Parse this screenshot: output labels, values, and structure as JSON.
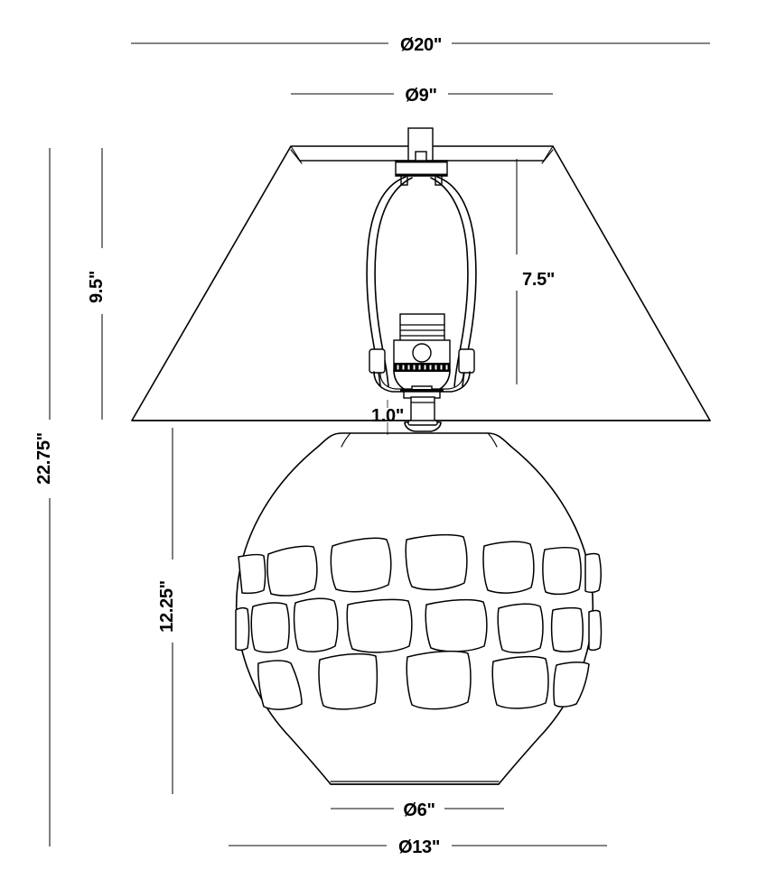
{
  "drawing": {
    "title": "Table Lamp Dimension Drawing",
    "units": "inches",
    "line_color": "#000000",
    "dim_color": "#3a3a3a",
    "background": "#ffffff"
  },
  "dimensions": {
    "shade_bottom_diameter": {
      "label": "Ø20\"",
      "name": "shade-bottom-diameter",
      "value": 20,
      "orientation": "horizontal",
      "position": "top"
    },
    "shade_top_diameter": {
      "label": "Ø9\"",
      "name": "shade-top-diameter",
      "value": 9,
      "orientation": "horizontal",
      "position": "top"
    },
    "overall_height": {
      "label": "22.75\"",
      "name": "overall-height",
      "value": 22.75,
      "orientation": "vertical",
      "position": "left-outer"
    },
    "shade_height": {
      "label": "9.5\"",
      "name": "shade-height",
      "value": 9.5,
      "orientation": "vertical",
      "position": "left-inner"
    },
    "body_height": {
      "label": "12.25\"",
      "name": "body-height",
      "value": 12.25,
      "orientation": "vertical",
      "position": "left-body"
    },
    "harp_height": {
      "label": "7.5\"",
      "name": "harp-height",
      "value": 7.5,
      "orientation": "vertical",
      "position": "right-inner"
    },
    "neck_height": {
      "label": "1.0\"",
      "name": "neck-height",
      "value": 1.0,
      "orientation": "vertical",
      "position": "center"
    },
    "base_foot_diameter": {
      "label": "Ø6\"",
      "name": "base-foot-diameter",
      "value": 6,
      "orientation": "horizontal",
      "position": "bottom"
    },
    "body_max_diameter": {
      "label": "Ø13\"",
      "name": "body-max-diameter",
      "value": 13,
      "orientation": "horizontal",
      "position": "bottom"
    }
  },
  "parts": {
    "shade": "lamp-shade",
    "finial": "finial",
    "harp": "harp",
    "socket": "socket",
    "neck": "neck",
    "body": "lamp-body",
    "foot": "foot",
    "cutouts": "body-cutout-pattern"
  }
}
